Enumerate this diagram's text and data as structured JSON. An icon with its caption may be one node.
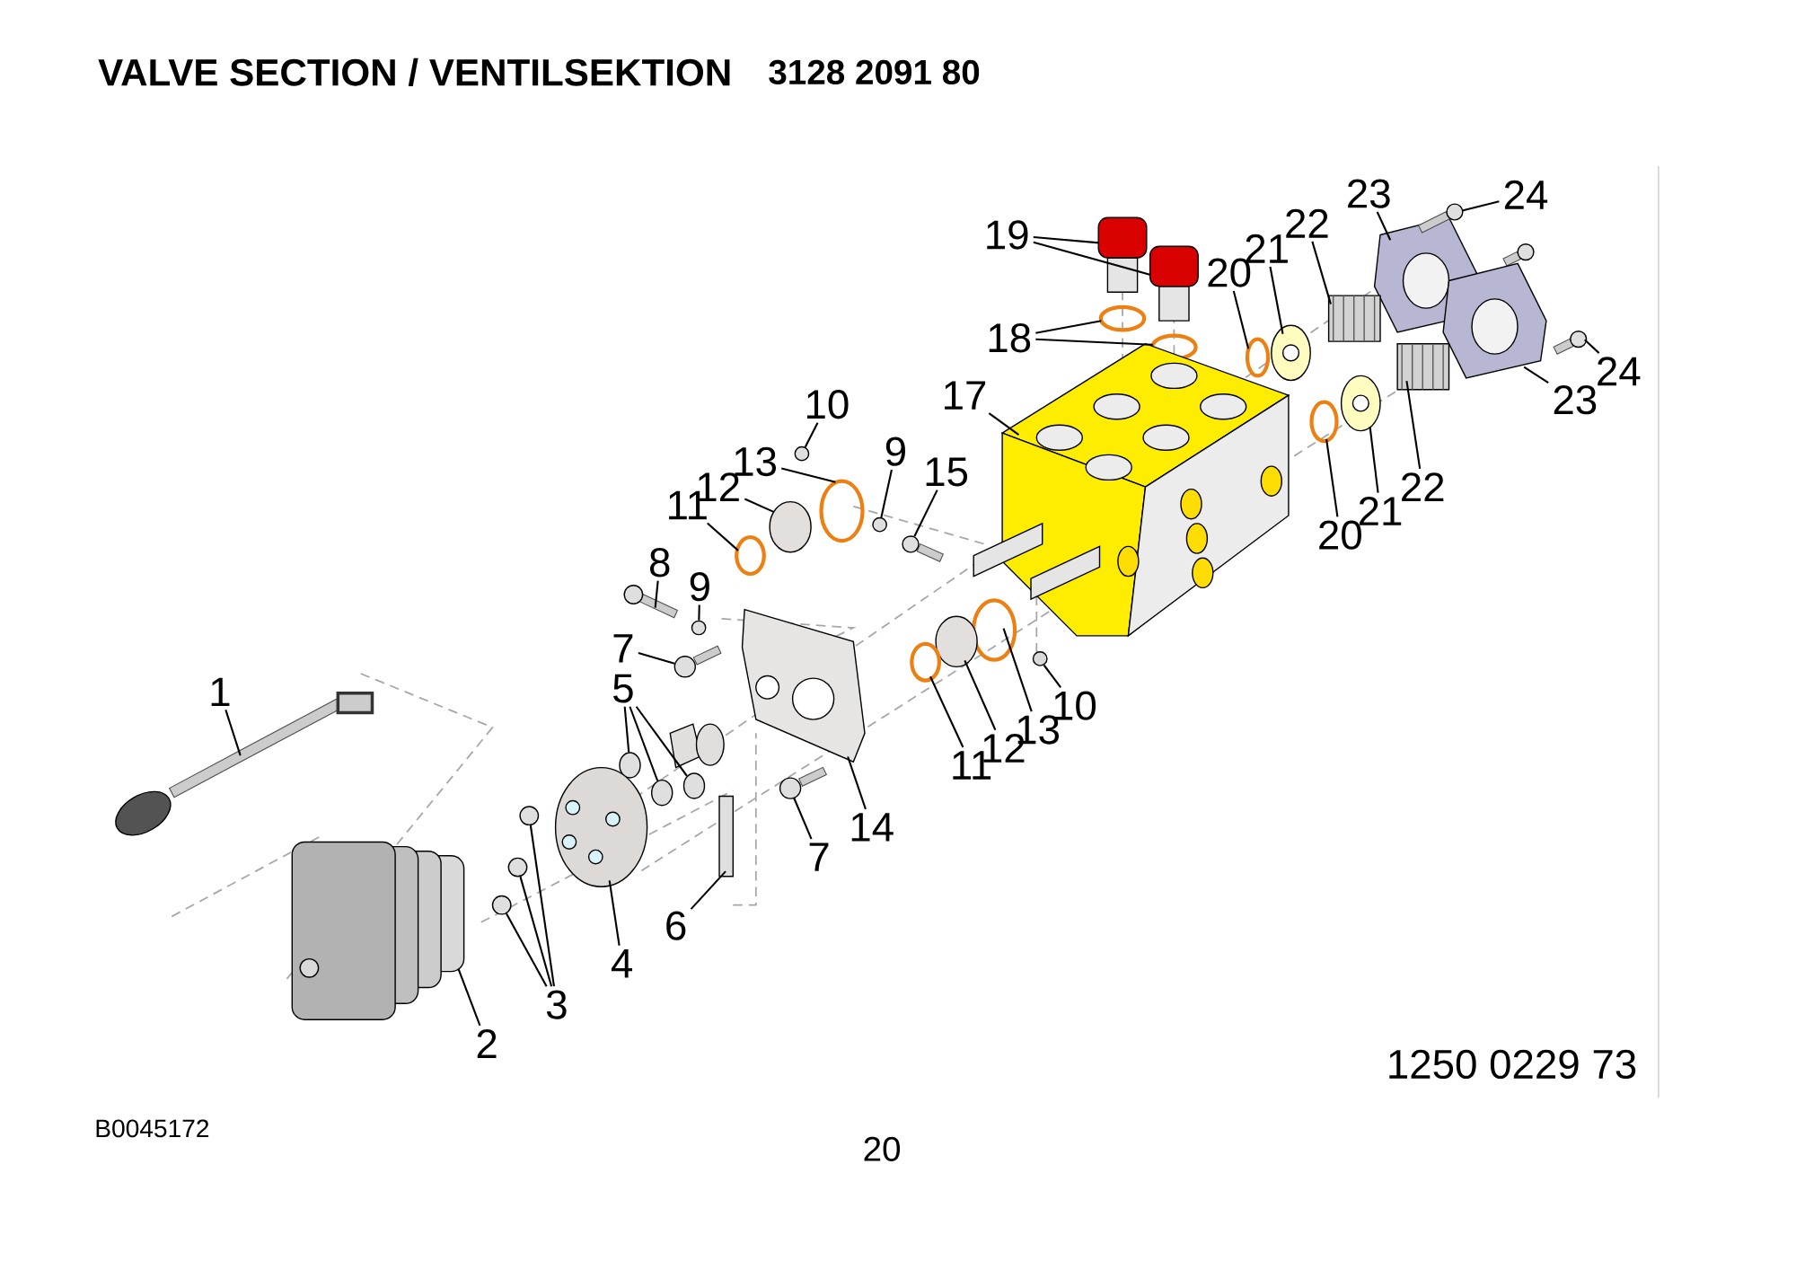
{
  "diagram": {
    "nodes": [
      {
        "text": [
          "23"
        ]
      },
      {
        "text": [
          "24"
        ]
      },
      {
        "text": [
          "22"
        ]
      },
      {
        "text": [
          "19"
        ]
      },
      {
        "text": [
          "21"
        ]
      },
      {
        "text": [
          "20"
        ]
      },
      {
        "text": [
          "18"
        ]
      },
      {
        "text": [
          "24"
        ]
      },
      {
        "text": [
          "17"
        ]
      },
      {
        "text": [
          "23"
        ]
      },
      {
        "text": [
          "10"
        ]
      },
      {
        "text": [
          "9"
        ]
      },
      {
        "text": [
          "13"
        ]
      },
      {
        "text": [
          "15"
        ]
      },
      {
        "text": [
          "12"
        ]
      },
      {
        "text": [
          "22"
        ]
      },
      {
        "text": [
          "11"
        ]
      },
      {
        "text": [
          "21"
        ]
      },
      {
        "text": [
          "20"
        ]
      },
      {
        "text": [
          "8"
        ]
      },
      {
        "text": [
          "9"
        ]
      },
      {
        "text": [
          "7"
        ]
      },
      {
        "text": [
          "5"
        ]
      },
      {
        "text": [
          "1"
        ]
      },
      {
        "text": [
          "10"
        ]
      },
      {
        "text": [
          "13"
        ]
      },
      {
        "text": [
          "12"
        ]
      },
      {
        "text": [
          "11"
        ]
      },
      {
        "text": [
          "14"
        ]
      },
      {
        "text": [
          "7"
        ]
      },
      {
        "text": [
          "6"
        ]
      },
      {
        "text": [
          "4"
        ]
      },
      {
        "text": [
          "3"
        ]
      },
      {
        "text": [
          "2"
        ]
      },
      {
        "text": [],
        "shape": "circle"
      },
      {
        "text": [],
        "shape": "circle"
      },
      {
        "text": [],
        "shape": "circle"
      },
      {
        "text": [],
        "shape": "circle"
      },
      {
        "text": [],
        "shape": "circle"
      },
      {
        "text": [],
        "shape": "circle"
      },
      {
        "text": [],
        "shape": "circle"
      },
      {
        "text": [],
        "shape": "circle"
      },
      {
        "text": [],
        "shape": "circle"
      },
      {
        "text": [],
        "shape": "circle"
      },
      {
        "text": [],
        "shape": "circle"
      },
      {
        "text": [],
        "shape": "picture"
      },
      {
        "text": [],
        "shape": "picture"
      },
      {
        "text": [],
        "shape": "picture"
      },
      {
        "text": [],
        "shape": "box"
      },
      {
        "text": [],
        "shape": "box"
      },
      {
        "text": [],
        "shape": "picture"
      },
      {
        "text": [],
        "shape": "circle"
      },
      {
        "text": [],
        "shape": "circle"
      },
      {
        "text": [],
        "shape": "circle"
      },
      {
        "text": [],
        "shape": "picture"
      },
      {
        "text": [],
        "shape": "picture"
      },
      {
        "text": [],
        "shape": "picture"
      },
      {
        "text": [],
        "shape": "circle"
      },
      {
        "text": [],
        "shape": "circle"
      },
      {
        "text": [],
        "shape": "picture"
      },
      {
        "text": [],
        "shape": "circle"
      },
      {
        "text": [],
        "shape": "picture"
      },
      {
        "text": [],
        "shape": "circle"
      },
      {
        "text": [],
        "shape": "box"
      },
      {
        "text": [],
        "shape": "picture"
      },
      {
        "text": [],
        "shape": "circle"
      },
      {
        "text": [],
        "shape": "circle"
      },
      {
        "text": [],
        "shape": "circle"
      },
      {
        "text": [],
        "shape": "circle"
      },
      {
        "text": [],
        "shape": "picture"
      },
      {
        "text": [],
        "shape": "picture"
      },
      {
        "text": [],
        "shape": "box"
      },
      {
        "text": [],
        "shape": "picture"
      },
      {
        "text": [],
        "shape": "picture"
      }
    ],
    "edges": [
      {
        "from": 0,
        "to": 45,
        "arrow": "none"
      },
      {
        "from": 1,
        "to": 46,
        "arrow": "none"
      },
      {
        "from": 2,
        "to": 47,
        "arrow": "none"
      },
      {
        "from": 3,
        "to": 48,
        "arrow": "none"
      },
      {
        "from": 3,
        "to": 49,
        "arrow": "none"
      },
      {
        "from": 4,
        "to": 50,
        "arrow": "none"
      },
      {
        "from": 5,
        "to": 51,
        "arrow": "none"
      },
      {
        "from": 6,
        "to": 52,
        "arrow": "none"
      },
      {
        "from": 6,
        "to": 53,
        "arrow": "none"
      },
      {
        "from": 7,
        "to": 54,
        "arrow": "none"
      },
      {
        "from": 8,
        "to": 55,
        "arrow": "none"
      },
      {
        "from": 9,
        "to": 56,
        "arrow": "none"
      },
      {
        "from": 10,
        "to": 34,
        "arrow": "none"
      },
      {
        "from": 11,
        "to": 35,
        "arrow": "none"
      },
      {
        "from": 12,
        "to": 57,
        "arrow": "none"
      },
      {
        "from": 13,
        "to": 36,
        "arrow": "none"
      },
      {
        "from": 14,
        "to": 58,
        "arrow": "none"
      },
      {
        "from": 15,
        "to": 59,
        "arrow": "none"
      },
      {
        "from": 16,
        "to": 60,
        "arrow": "none"
      },
      {
        "from": 17,
        "to": 61,
        "arrow": "none"
      },
      {
        "from": 18,
        "to": 62,
        "arrow": "none"
      },
      {
        "from": 19,
        "to": 63,
        "arrow": "none"
      },
      {
        "from": 20,
        "to": 37,
        "arrow": "none"
      },
      {
        "from": 21,
        "to": 38,
        "arrow": "none"
      },
      {
        "from": 22,
        "to": 39,
        "arrow": "none"
      },
      {
        "from": 22,
        "to": 40,
        "arrow": "none"
      },
      {
        "from": 22,
        "to": 41,
        "arrow": "none"
      },
      {
        "from": 23,
        "to": 64,
        "arrow": "none"
      },
      {
        "from": 24,
        "to": 65,
        "arrow": "none"
      },
      {
        "from": 25,
        "to": 66,
        "arrow": "none"
      },
      {
        "from": 26,
        "to": 67,
        "arrow": "none"
      },
      {
        "from": 27,
        "to": 68,
        "arrow": "none"
      },
      {
        "from": 28,
        "to": 69,
        "arrow": "none"
      },
      {
        "from": 29,
        "to": 70,
        "arrow": "none"
      },
      {
        "from": 30,
        "to": 71,
        "arrow": "none"
      },
      {
        "from": 31,
        "to": 72,
        "arrow": "none"
      },
      {
        "from": 32,
        "to": 42,
        "arrow": "none"
      },
      {
        "from": 32,
        "to": 43,
        "arrow": "none"
      },
      {
        "from": 32,
        "to": 44,
        "arrow": "none"
      },
      {
        "from": 33,
        "to": 73,
        "arrow": "none"
      }
    ],
    "labels": [
      "VALVE SECTION / VENTILSEKTION",
      "3128 2091 80",
      "1250 0229 73",
      "B0045172",
      "20"
    ]
  }
}
